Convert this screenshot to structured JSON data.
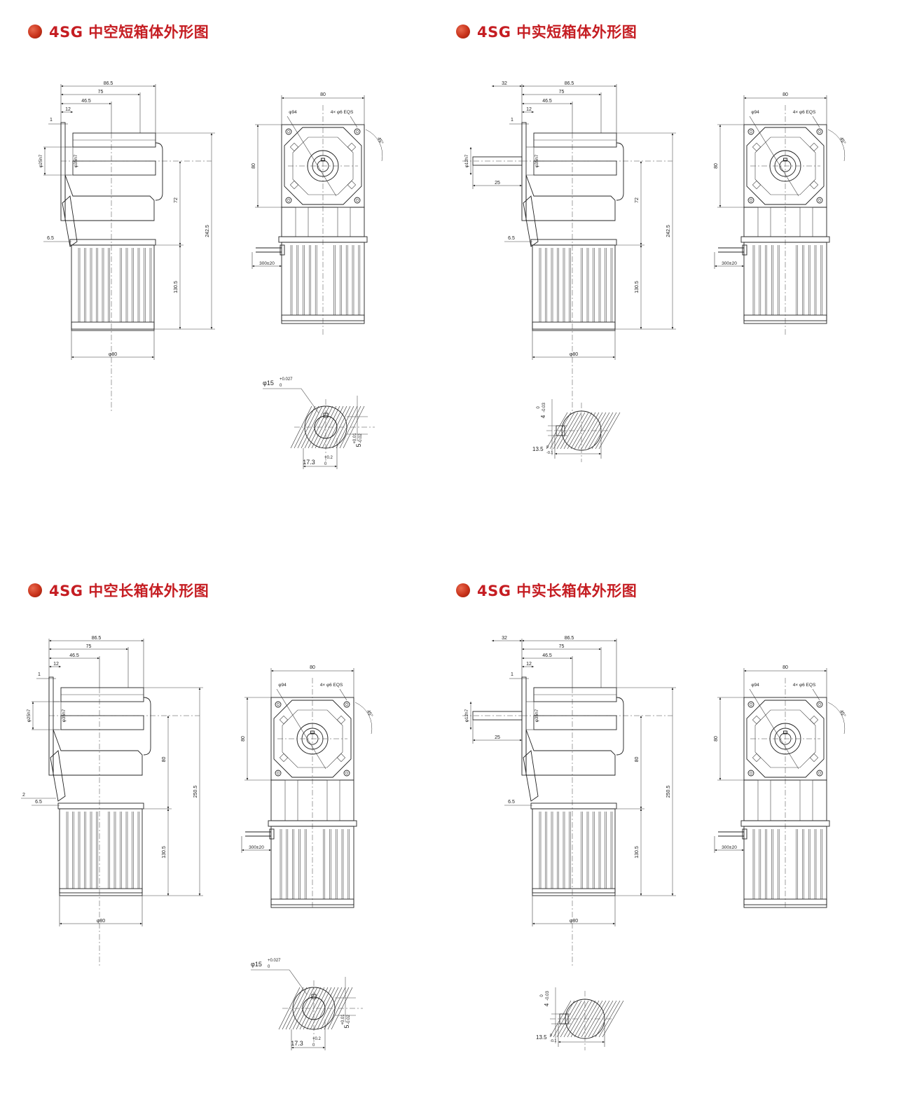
{
  "sections": [
    {
      "title": "4SG 中空短箱体外形图",
      "front": {
        "d_total": "86.5",
        "d_75": "75",
        "d_465": "46.5",
        "d_12": "12",
        "d_1": "1",
        "bore1": "φ25h7",
        "bore2": "φ35h7",
        "h_mid": "72",
        "h_total": "242.5",
        "h_motor": "130.5",
        "d_65": "6.5",
        "d_2": "",
        "base": "φ80",
        "shaft_len": "",
        "shaft_d": "",
        "d_32": ""
      },
      "side": {
        "width": "80",
        "pcd": "φ94",
        "holes": "4× φ6 EQS",
        "height": "80",
        "angle": "45°",
        "cable": "300±20"
      },
      "section": {
        "type": "hollow",
        "bore": "φ15",
        "bore_tol_up": "+0.027",
        "bore_tol_lo": "0",
        "key": "5",
        "key_tol_up": "+0.01",
        "key_tol_lo": "-0.02",
        "depth": "17.3",
        "depth_tol_up": "+0.2",
        "depth_tol_lo": "0"
      }
    },
    {
      "title": "4SG 中实短箱体外形图",
      "front": {
        "d_total": "86.5",
        "d_75": "75",
        "d_465": "46.5",
        "d_12": "12",
        "d_1": "1",
        "bore1": "φ12h7",
        "bore2": "φ35h7",
        "h_mid": "72",
        "h_total": "242.5",
        "h_motor": "130.5",
        "d_65": "6.5",
        "d_2": "",
        "base": "φ80",
        "shaft_len": "25",
        "shaft_d": "φ12h7",
        "d_32": "32"
      },
      "side": {
        "width": "80",
        "pcd": "φ94",
        "holes": "4× φ6 EQS",
        "height": "80",
        "angle": "45°",
        "cable": "300±20"
      },
      "section": {
        "type": "solid",
        "key": "4",
        "key_tol_up": "0",
        "key_tol_lo": "-0.03",
        "depth": "13.5",
        "depth_tol_up": "0",
        "depth_tol_lo": "-0.1"
      }
    },
    {
      "title": "4SG 中空长箱体外形图",
      "front": {
        "d_total": "86.5",
        "d_75": "75",
        "d_465": "46.5",
        "d_12": "12",
        "d_1": "1",
        "bore1": "φ25h7",
        "bore2": "φ35h7",
        "h_mid": "80",
        "h_total": "250.5",
        "h_motor": "130.5",
        "d_65": "6.5",
        "d_2": "2",
        "base": "φ80",
        "shaft_len": "",
        "shaft_d": "",
        "d_32": ""
      },
      "side": {
        "width": "80",
        "pcd": "φ94",
        "holes": "4× φ6 EQS",
        "height": "80",
        "angle": "45°",
        "cable": "300±20"
      },
      "section": {
        "type": "hollow",
        "bore": "φ15",
        "bore_tol_up": "+0.027",
        "bore_tol_lo": "0",
        "key": "5",
        "key_tol_up": "+0.01",
        "key_tol_lo": "-0.02",
        "depth": "17.3",
        "depth_tol_up": "+0.2",
        "depth_tol_lo": "0"
      }
    },
    {
      "title": "4SG 中实长箱体外形图",
      "front": {
        "d_total": "86.5",
        "d_75": "75",
        "d_465": "46.5",
        "d_12": "12",
        "d_1": "1",
        "bore1": "φ12h7",
        "bore2": "φ35h7",
        "h_mid": "80",
        "h_total": "250.5",
        "h_motor": "130.5",
        "d_65": "6.5",
        "d_2": "",
        "base": "φ80",
        "shaft_len": "25",
        "shaft_d": "φ12h7",
        "d_32": "32"
      },
      "side": {
        "width": "80",
        "pcd": "φ94",
        "holes": "4× φ6 EQS",
        "height": "80",
        "angle": "45°",
        "cable": "300±20"
      },
      "section": {
        "type": "solid",
        "key": "4",
        "key_tol_up": "0",
        "key_tol_lo": "-0.03",
        "depth": "13.5",
        "depth_tol_up": "0",
        "depth_tol_lo": "-0.1"
      }
    }
  ]
}
